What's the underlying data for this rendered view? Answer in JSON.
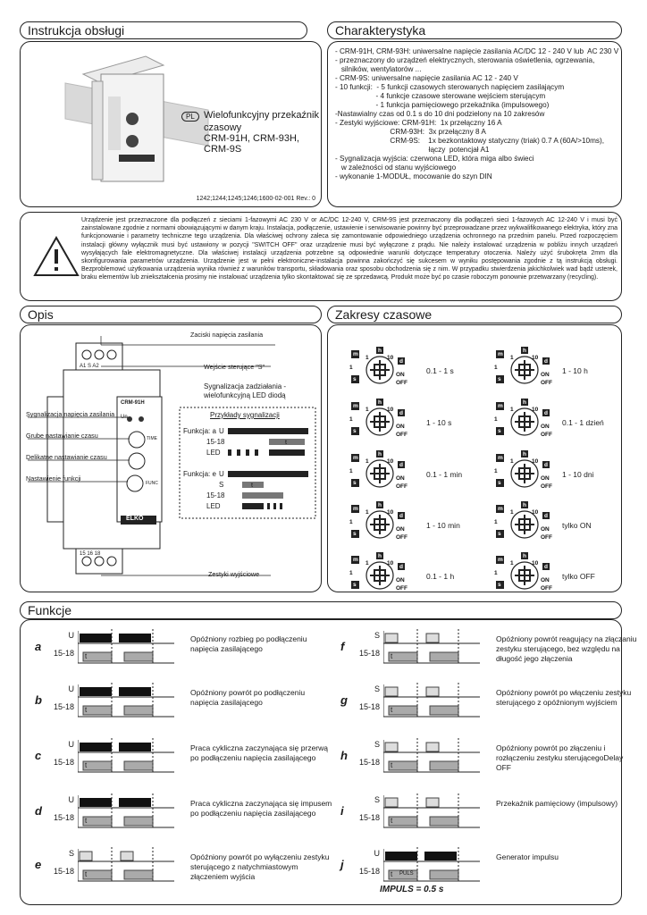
{
  "header": {
    "instr_title": "Instrukcja obsługi",
    "char_title": "Charakterystyka"
  },
  "product": {
    "lang_badge": "PL",
    "name_line1": "Wielofunkcyjny przekaźnik",
    "name_line2": "czasowy",
    "name_line3": "CRM-91H, CRM-93H, CRM-9S",
    "doc_code": "1242;1244;1245;1246;1600-02-001 Rev.: 0",
    "device_label": "CRM-91H",
    "brand": "ELKO"
  },
  "characteristics": [
    "- CRM-91H, CRM-93H: uniwersalne napięcie zasilania AC/DC 12 - 240 V lub  AC 230 V",
    "- przeznaczony do urządzeń elektrycznych, sterowania oświetlenia, ogrzewania,",
    "   silników, wentylatorów ...",
    "- CRM-9S: uniwersalne napięcie zasilania AC 12 - 240 V",
    "- 10 funkcji:  - 5 funkcji czasowych sterowanych napięciem zasilającym",
    "                    - 4 funkcje czasowe sterowane wejściem sterującym",
    "                    - 1 funkcja pamięciowego przekaźnika (impulsowego)",
    "-Nastawialny czas od 0.1 s do 10 dni podzielony na 10 zakresów",
    "- Zestyki wyjściowe: CRM-91H:  1x przełączny 16 A",
    "                           CRM-93H:  3x przełączny 8 A",
    "                           CRM-9S:    1x bezkontaktowy statyczny (triak) 0.7 A (60A/>10ms),",
    "                                              łączy  potencjał A1",
    "- Sygnalizacja wyjścia: czerwona LED, która miga albo świeci",
    "   w zależności od stanu wyjściowego",
    "- wykonanie 1-MODUŁ, mocowanie do szyn DIN"
  ],
  "warning": {
    "text": "Urządzenie jest przeznaczone dla podłączeń z sieciami 1-fazowymi AC 230 V or AC/DC 12-240 V, CRM-9S jest przeznaczony dla podłączeń sieci  1-fazowych AC 12-240 V i musi być zainstalowane zgodnie z normami obowiązującymi w danym kraju.  Instalacja, podłączenie, ustawienie i serwisowanie powinny być przeprowadzane przez wykwalifikowanego elektryka, który zna funkcjonowanie i parametry techniczne tego urządzenia. Dla właściwej ochrony zaleca się zamontowanie odpowiedniego urządzenia ochronnego na przednim panelu. Przed rozpoczęciem instalacji główny wyłącznik musi być ustawiony w pozycji \"SWITCH OFF\" oraz urządzenie musi być wyłączone z prądu. Nie należy instalować urządzenia  w pobliżu innych urządzeń wysyłających fale elektromagnetyczne. Dla właściwej instalacji urządzenia potrzebne są odpowiednie warunki dotyczące temperatury otoczenia. Należy użyć śrubokręta 2mm dla skonfigurowania  parametrów urządzenia.  Urządzenie jest w pełni elektroniczne-instalacja powinna zakończyć się sukcesem w wyniku postępowania zgodnie z tą instrukcją obsługi. Bezproblemowć użytkowania urządzenia  wynika również z warunków transportu, składowania oraz sposobu obchodzenia się z nim. W przypadku stwierdzenia jakichkolwiek wad bądź usterek, braku elementów lub zniekształcenia prosimy nie instalować urządzenia  tylko skontaktować się ze sprzedawcą. Produkt może być po czasie roboczym ponownie przetwarzany (recycling)."
  },
  "opis": {
    "title": "Opis",
    "labels": {
      "supply": "Zaciski napięcia zasilania",
      "control": "Wejście sterujące  \"S\"",
      "led_title1": "Sygnalizacja zadziałania -",
      "led_title2": "wielofunkcyjną LED diodą",
      "sig_supply": "Sygnalizacja napięcia zasilania",
      "coarse": "Grube nastawianie czasu",
      "fine": "Delikatne nastawianie czasu",
      "func": "Nastawienie funkcji",
      "outputs": "Zestyki wyjściowe",
      "examples": "Przykłady sygnalizacji",
      "funcA": "Funkcja: a",
      "funcE": "Funkcja: e",
      "U": "U",
      "S": "S",
      "out": "15-18",
      "led": "LED",
      "t": "t",
      "term_top": "A1  S  A2",
      "term_bot": "15  16  18",
      "time_knob": "TIME",
      "func_knob": "FUNC",
      "un": "Un"
    }
  },
  "ranges": {
    "title": "Zakresy czasowe",
    "left": [
      "0.1 - 1 s",
      "1 - 10 s",
      "0.1 - 1 min",
      "1 - 10 min",
      "0.1 - 1 h"
    ],
    "right": [
      "1 - 10 h",
      "0.1 - 1 dzień",
      "1 - 10 dni",
      "tylko  ON",
      "tylko OFF"
    ],
    "dial_labels": {
      "m": "m",
      "h": "h",
      "d": "d",
      "s": "s",
      "one": "1",
      "ten": "10",
      "on": "ON",
      "off": "OFF"
    }
  },
  "functions": {
    "title": "Funkcje",
    "left": [
      {
        "letter": "a",
        "sig": "U",
        "desc": "Opóźniony rozbieg po podłączeniu napięcia zasilającego"
      },
      {
        "letter": "b",
        "sig": "U",
        "desc": "Opóźniony powrót po podłączeniu napięcia zasilającego"
      },
      {
        "letter": "c",
        "sig": "U",
        "desc": "Praca cykliczna zaczynająca się przerwą po podłączeniu napięcia zasilającego"
      },
      {
        "letter": "d",
        "sig": "U",
        "desc": "Praca cykliczna zaczynająca się impusem po podłączeniu napięcia zasilającego"
      },
      {
        "letter": "e",
        "sig": "S",
        "desc": "Opóźniony powrót po wyłączeniu zestyku sterującego z natychmiastowym złączeniem wyjścia"
      }
    ],
    "right": [
      {
        "letter": "f",
        "sig": "S",
        "desc": "Opóźniony powrót reagujący na złączaniu zestyku sterującego, bez względu na długość jego złączenia"
      },
      {
        "letter": "g",
        "sig": "S",
        "desc": "Opóźniony powrót po włączeniu zestyku sterującego z opóźnionym wyjściem"
      },
      {
        "letter": "h",
        "sig": "S",
        "desc": "Opóźniony powrót po złączeniu i rozłączeniu zestyku sterującegoDelay OFF"
      },
      {
        "letter": "i",
        "sig": "S",
        "desc": "Przekaźnik pamięciowy (impulsowy)"
      },
      {
        "letter": "j",
        "sig": "U",
        "desc": "Generator impulsu"
      }
    ],
    "out_label": "15-18",
    "t_label": "t",
    "puls": "PULS",
    "impulse_note": "IMPULS = 0.5 s"
  }
}
